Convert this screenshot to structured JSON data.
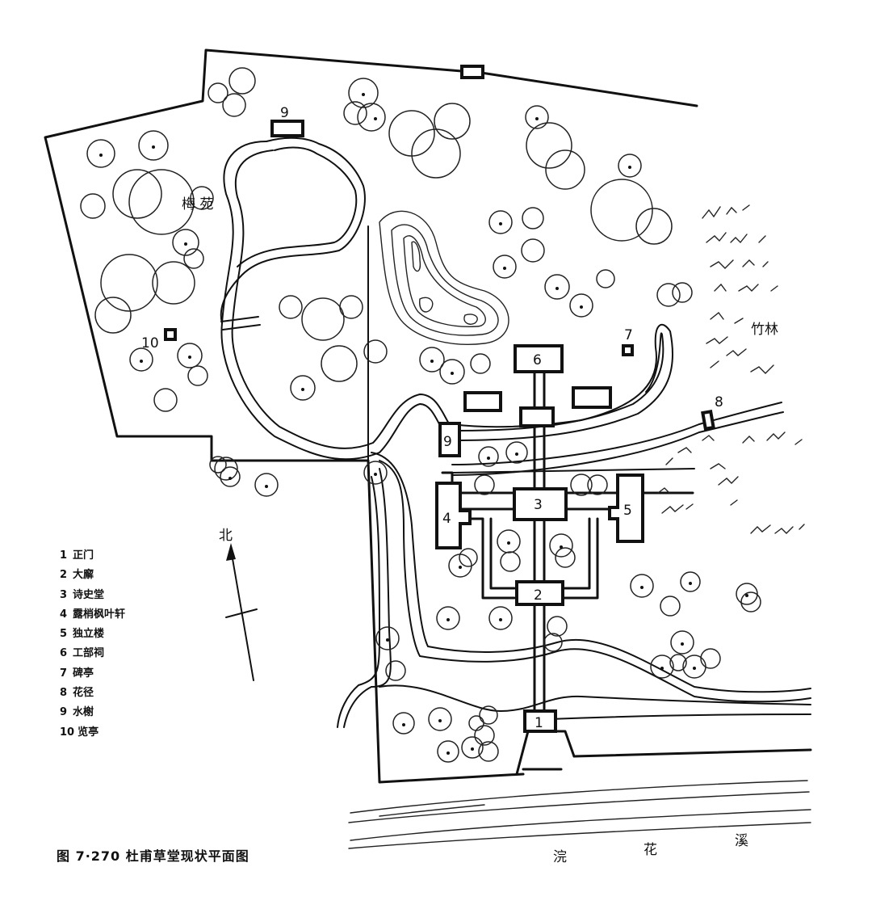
{
  "legend": [
    {
      "num": "1",
      "name": "正门"
    },
    {
      "num": "2",
      "name": "大廨"
    },
    {
      "num": "3",
      "name": "诗史堂"
    },
    {
      "num": "4",
      "name": "露梢枫叶轩"
    },
    {
      "num": "5",
      "name": "独立楼"
    },
    {
      "num": "6",
      "name": "工部祠"
    },
    {
      "num": "7",
      "name": "碑亭"
    },
    {
      "num": "8",
      "name": "花径"
    },
    {
      "num": "9",
      "name": "水榭"
    },
    {
      "num": "10",
      "name": "览亭"
    }
  ],
  "map_labels": {
    "plum_garden": "梅  苑",
    "bamboo_grove": "竹林",
    "north": "北",
    "stream_1": "浣",
    "stream_2": "花",
    "stream_3": "溪"
  },
  "building_numbers": {
    "gate": "1",
    "hall_2": "2",
    "hall_3": "3",
    "pavilion_4": "4",
    "tower_5": "5",
    "shrine_6": "6",
    "stele_7": "7",
    "path_8": "8",
    "waterside_9_top": "9",
    "waterside_9_mid": "9",
    "pavilion_10": "10"
  },
  "caption": "图 7·270 杜甫草堂现状平面图"
}
